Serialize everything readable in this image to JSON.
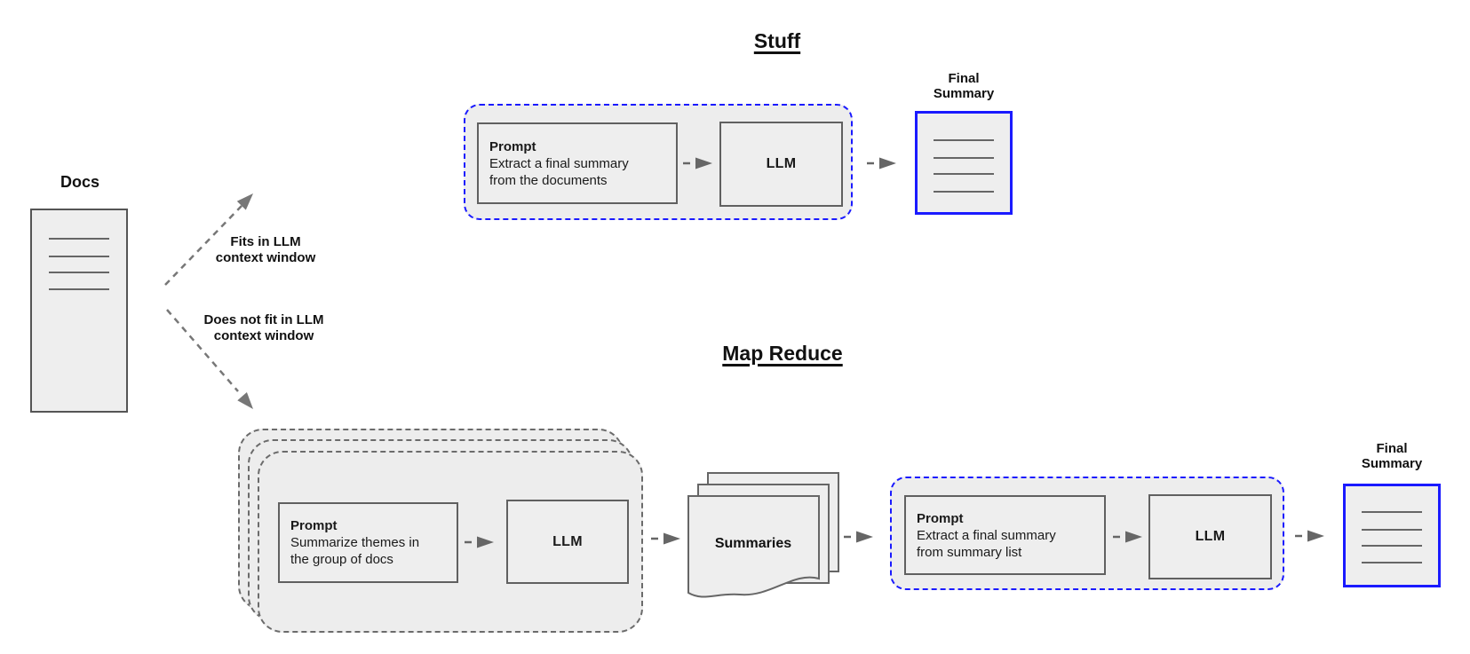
{
  "docs": {
    "label": "Docs"
  },
  "branch_fits": {
    "line1": "Fits in LLM",
    "line2": "context window"
  },
  "branch_not_fit": {
    "line1": "Does not fit in LLM",
    "line2": "context window"
  },
  "stuff": {
    "title": "Stuff",
    "prompt_label": "Prompt",
    "prompt_line1": "Extract a final summary",
    "prompt_line2": "from the documents",
    "llm_label": "LLM",
    "final_line1": "Final",
    "final_line2": "Summary"
  },
  "map_reduce": {
    "title": "Map Reduce",
    "map_prompt_label": "Prompt",
    "map_prompt_line1": "Summarize themes in",
    "map_prompt_line2": "the group of docs",
    "map_llm_label": "LLM",
    "summaries_label": "Summaries",
    "reduce_prompt_label": "Prompt",
    "reduce_prompt_line1": "Extract a final summary",
    "reduce_prompt_line2": "from summary list",
    "reduce_llm_label": "LLM",
    "final_line1": "Final",
    "final_line2": "Summary"
  },
  "colors": {
    "accent_blue": "#1a1aff",
    "box_border_gray": "#606060",
    "container_fill": "#ededed",
    "arrow_gray": "#666666"
  }
}
